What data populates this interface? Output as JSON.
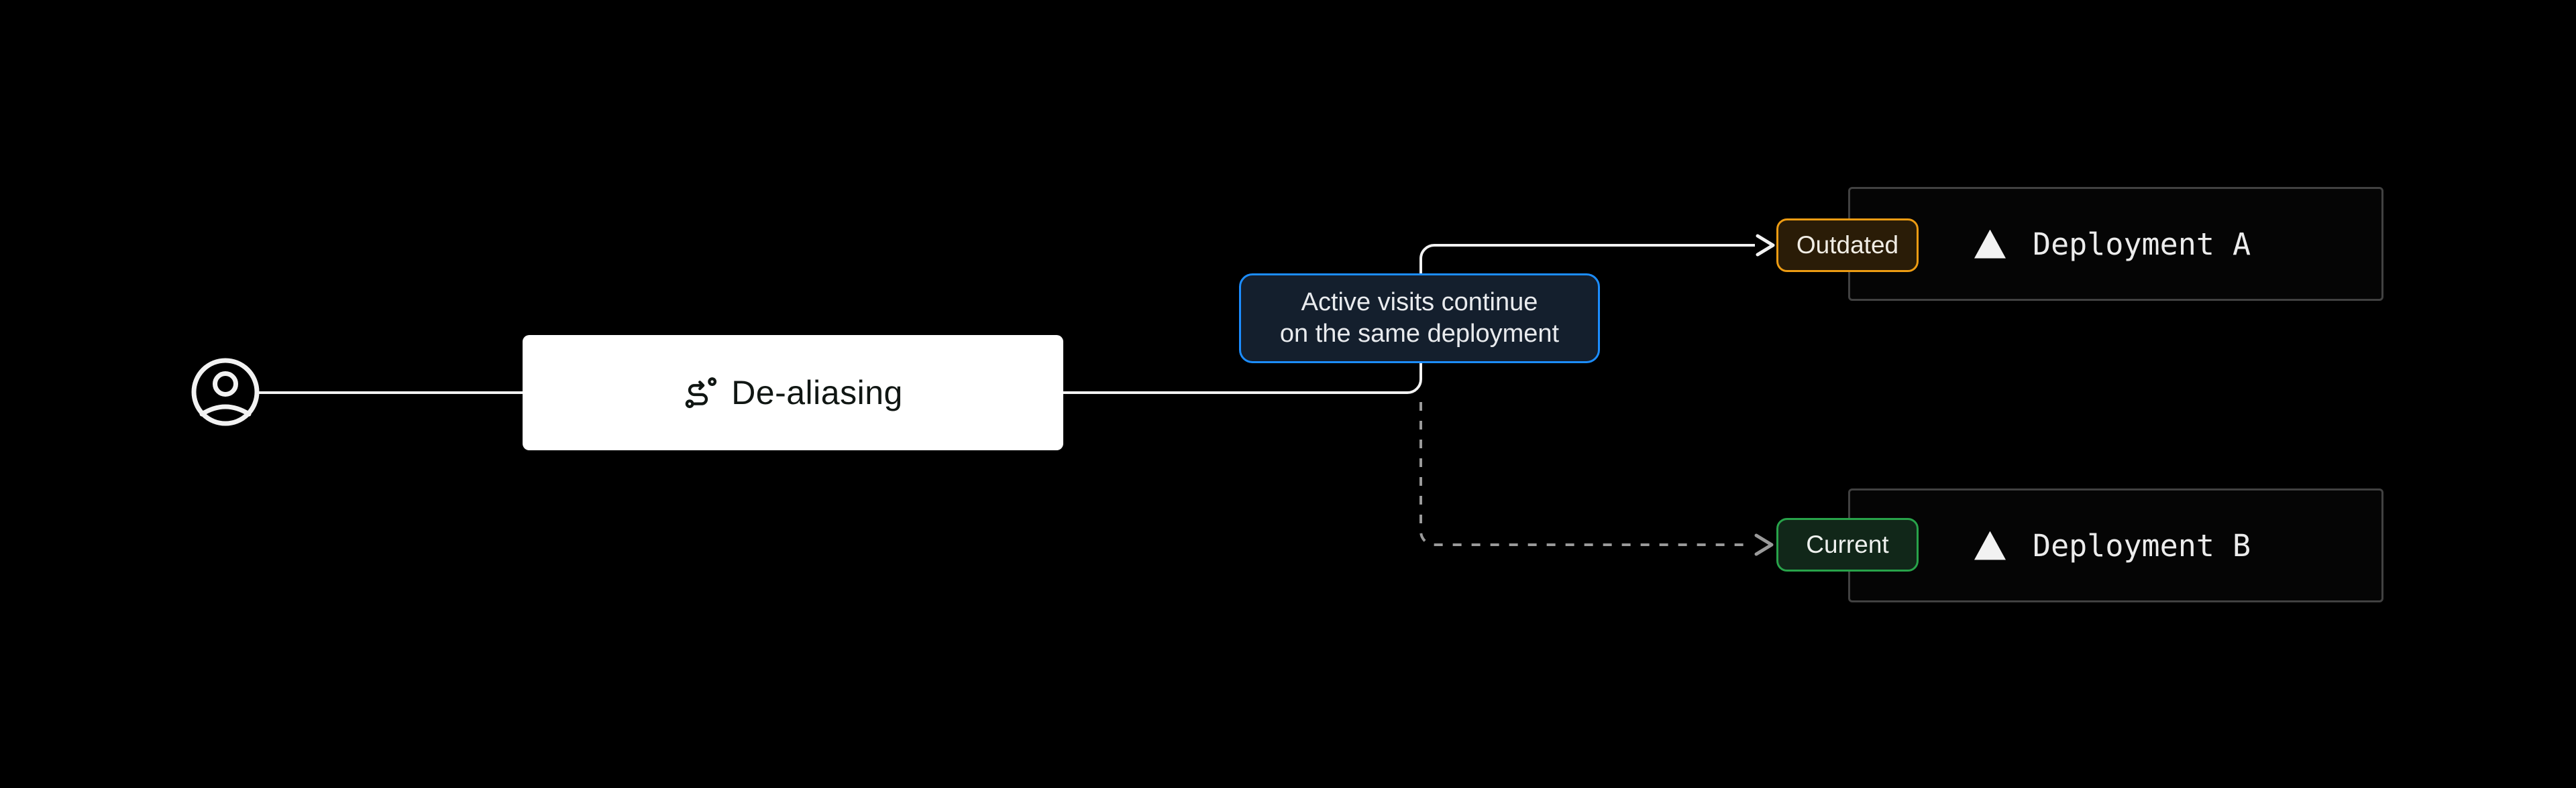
{
  "canvas": {
    "background": "#000000"
  },
  "colors": {
    "line_solid": "#f2f2f2",
    "line_dashed": "#9a9a9a",
    "node_bg": "#ffffff",
    "node_text": "#101613",
    "tooltip_border": "#1c8dff",
    "tooltip_bg": "#141f2d",
    "tooltip_text": "#e9ebee",
    "outdated_border": "#ed9c13",
    "outdated_bg": "#2a1c07",
    "current_border": "#28a34a",
    "current_bg": "#112719",
    "deployment_box_border": "#414141",
    "deployment_text": "#ececec"
  },
  "user_node": {
    "icon": "user-circle-icon"
  },
  "dealiasing_node": {
    "icon": "route-icon",
    "label": "De-aliasing"
  },
  "tooltip": {
    "line1": "Active visits continue",
    "line2": "on the same deployment"
  },
  "deployment_a": {
    "badge": "Outdated",
    "icon": "vercel-triangle-icon",
    "label": "Deployment A",
    "arrow_style": "solid"
  },
  "deployment_b": {
    "badge": "Current",
    "icon": "vercel-triangle-icon",
    "label": "Deployment B",
    "arrow_style": "dashed"
  }
}
